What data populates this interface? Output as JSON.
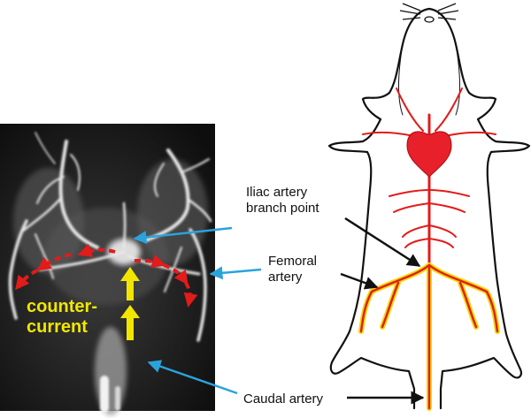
{
  "xray": {
    "annotation_line1": "counter-",
    "annotation_line2": "current"
  },
  "labels": {
    "iliac_line1": "Iliac artery",
    "iliac_line2": "branch point",
    "femoral_line1": "Femoral",
    "femoral_line2": "artery",
    "caudal": "Caudal artery"
  },
  "colors": {
    "annotation_text": "#f2e600",
    "flow_arrow_red": "#e21b1b",
    "flow_arrow_yellow": "#f2e600",
    "pointer_blue": "#2aa3dc",
    "pointer_black": "#111111",
    "heart_red": "#e8202a",
    "vessel_red": "#e21b1b",
    "vessel_outline_yellow": "#f0d800"
  }
}
